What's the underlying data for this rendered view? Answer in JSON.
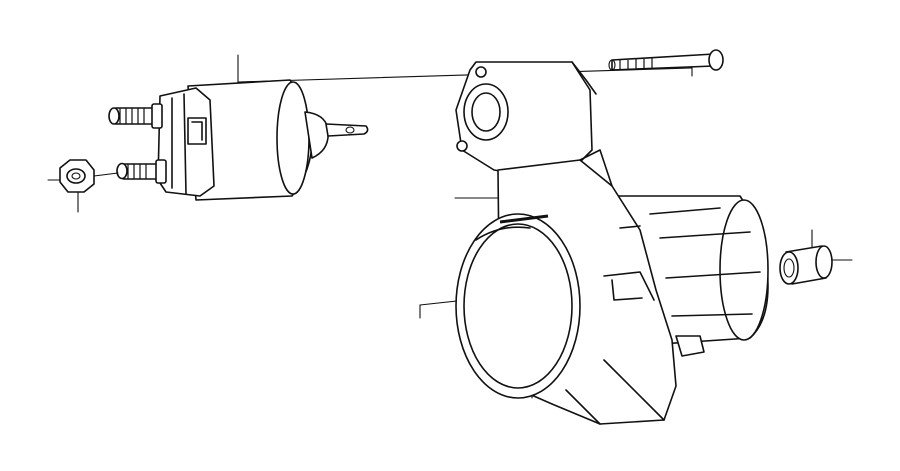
{
  "figure": {
    "parts": [
      {
        "name": "solenoid"
      },
      {
        "name": "terminal-nut"
      },
      {
        "name": "through-bolt"
      },
      {
        "name": "drive-end-housing"
      },
      {
        "name": "bushing"
      }
    ],
    "line_color": "#111111",
    "background": "#ffffff"
  }
}
